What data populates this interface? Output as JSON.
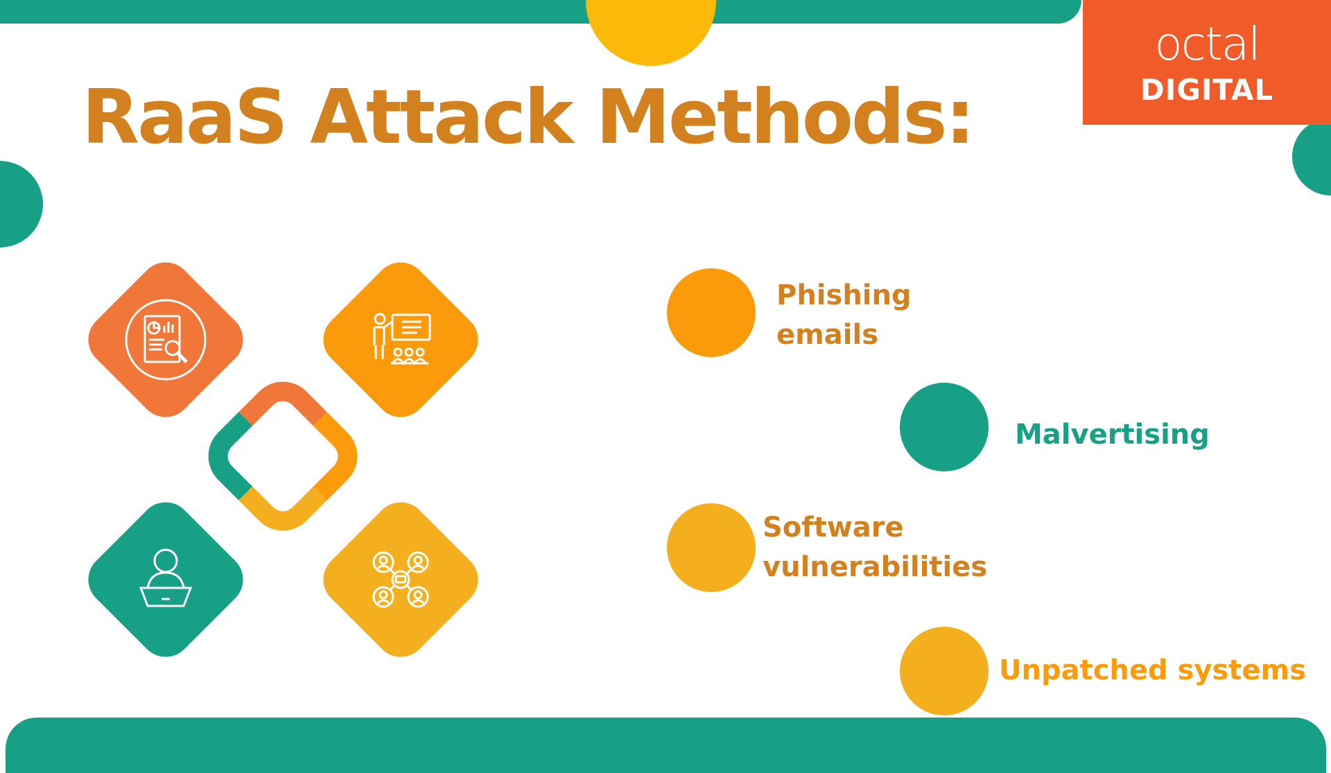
{
  "title": "RaaS Attack Methods:",
  "logo": {
    "line1": "octal",
    "line2": "DIGITAL"
  },
  "diamond_icons": [
    {
      "icon": "report-analysis-icon",
      "color": "#F0763A"
    },
    {
      "icon": "presentation-audience-icon",
      "color": "#FB9A0A"
    },
    {
      "icon": "user-laptop-icon",
      "color": "#17A085"
    },
    {
      "icon": "network-people-icon",
      "color": "#F4AF1F"
    }
  ],
  "methods": [
    {
      "line1": "Phishing",
      "line2": "emails",
      "text_color": "#D3801E",
      "bullet_color": "#FB9A0A"
    },
    {
      "line1": "Malvertising",
      "text_color": "#17A085",
      "bullet_color": "#17A085"
    },
    {
      "line1": "Software",
      "line2": "vulnerabilities",
      "text_color": "#D3801E",
      "bullet_color": "#F4AF1F"
    },
    {
      "line1": "Unpatched systems",
      "text_color": "#FB9A0A",
      "bullet_color": "#F4AF1F"
    }
  ],
  "colors": {
    "teal": "#17A085",
    "orange": "#F0763A",
    "amber": "#FB9A0A",
    "yellow": "#F4AF1F",
    "title": "#D3801E",
    "logo_bg": "#F15A29"
  }
}
